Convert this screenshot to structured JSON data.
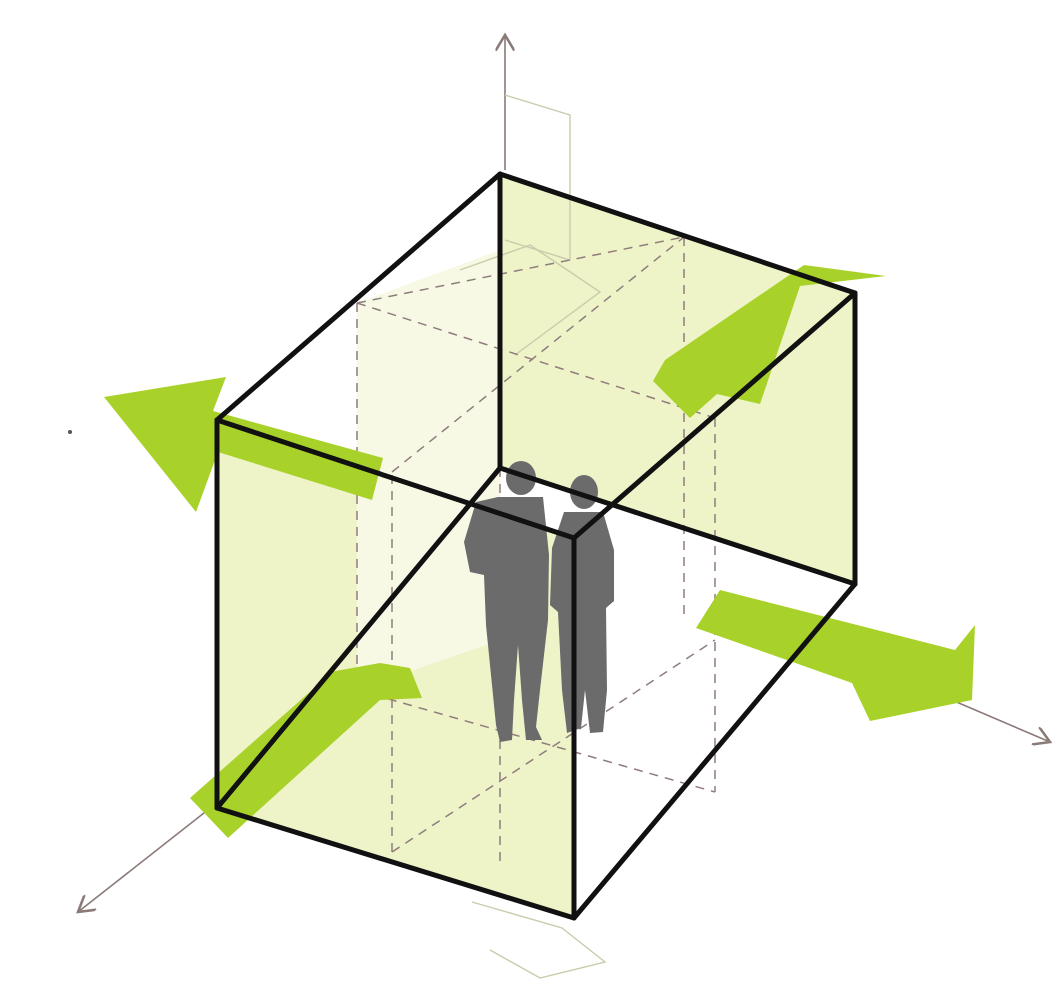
{
  "diagram": {
    "colors": {
      "background": "#ffffff",
      "edge": "#111111",
      "panel_fill": "#eef3c8",
      "arrow_fill": "#a8d22a",
      "axis": "#8a7a78",
      "dashed": "#8f7d7d",
      "outline": "#c8ccaa",
      "figure": "#6b6b6b"
    },
    "elements": {
      "cube": "cube",
      "figures": 2,
      "flow_arrows": 4,
      "axes": 3
    }
  }
}
